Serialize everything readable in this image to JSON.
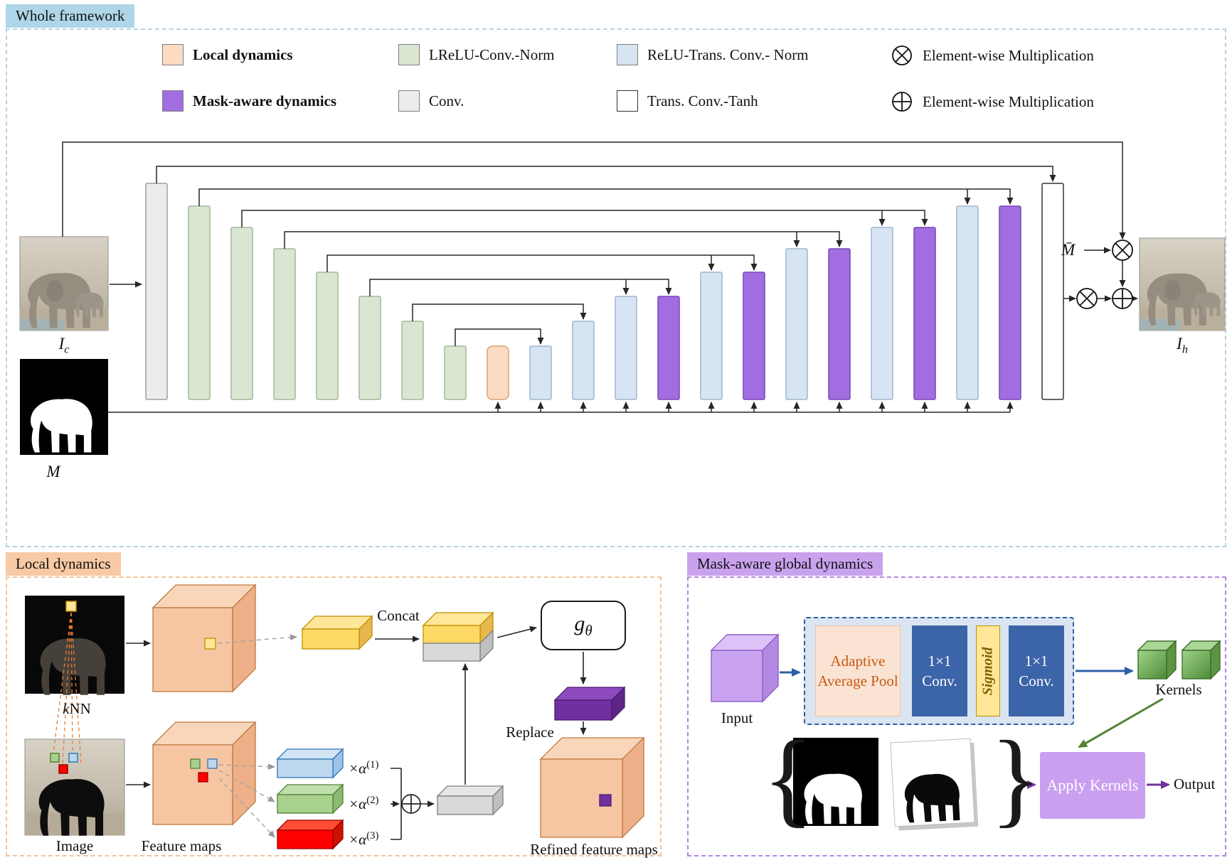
{
  "whole": {
    "tab": "Whole framework",
    "legend": {
      "local": "Local dynamics",
      "mask": "Mask-aware dynamics",
      "lrelu": "LReLU-Conv.-Norm",
      "conv": "Conv.",
      "relu": "ReLU-Trans. Conv.- Norm",
      "trans": "Trans. Conv.-Tanh",
      "mult1": "Element-wise Multiplication",
      "mult2": "Element-wise Multiplication"
    },
    "io": {
      "input_base": "I",
      "input_sub": "c",
      "mask": "M",
      "mask_bar": "M̄",
      "output_base": "I",
      "output_sub": "h"
    },
    "unet_sequence": [
      "conv",
      "lrelu",
      "lrelu",
      "lrelu",
      "lrelu",
      "lrelu",
      "lrelu",
      "lrelu",
      "local",
      "relu",
      "relu",
      "relu",
      "mask",
      "relu",
      "mask",
      "relu",
      "mask",
      "relu",
      "mask",
      "relu",
      "mask",
      "trans"
    ]
  },
  "local": {
    "tab": "Local dynamics",
    "knn_base": "k",
    "knn_rest": "NN",
    "image_label": "Image",
    "feature_maps": "Feature maps",
    "concat": "Concat",
    "g_base": "g",
    "g_sub": "θ",
    "replace": "Replace",
    "refined": "Refined feature maps",
    "alpha_base": "×α",
    "alpha1": "(1)",
    "alpha2": "(2)",
    "alpha3": "(3)"
  },
  "maskaware": {
    "tab": "Mask-aware global dynamics",
    "input": "Input",
    "pool": "Adaptive Average Pool",
    "conv1": "1×1 Conv.",
    "sigmoid": "Sigmoid",
    "conv2": "1×1 Conv.",
    "kernels": "Kernels",
    "apply": "Apply Kernels",
    "output": "Output"
  },
  "colors": {
    "local_peach": "#fbdcc3",
    "mask_purple": "#a16de0",
    "conv_gray": "#ececec",
    "lrelu_green": "#d9e7d2",
    "relu_blue": "#d7e4f2",
    "trans_white": "#ffffff",
    "deep_purple": "#7030a0",
    "kernel_green": "#70ad47",
    "flow_blue": "#2e5ea8",
    "apply_purple": "#c9a0f0",
    "tab_blue": "#aed6e8",
    "tab_peach": "#f7c9a4",
    "tab_purple": "#c9a2ee"
  }
}
